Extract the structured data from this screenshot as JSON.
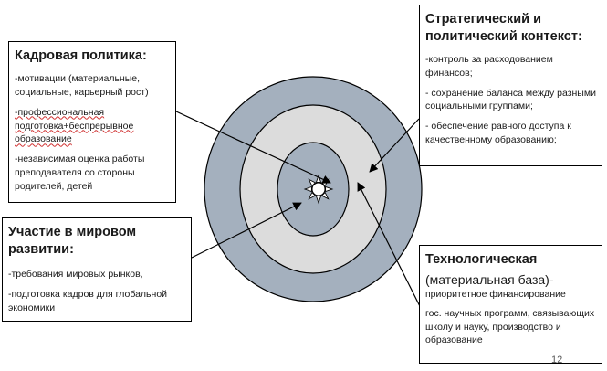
{
  "colors": {
    "outer_ring": "#a4b0be",
    "middle_ring": "#dcdcdc",
    "inner_circle": "#a4b0be",
    "outline": "#000000"
  },
  "center_icon": "sun-icon",
  "boxes": {
    "hr_policy": {
      "title": "Кадровая политика:",
      "items": [
        "-мотивации (материальные, социальные, карьерный рост)",
        "-профессиональная подготовка+беспрерывное образование",
        "-независимая оценка работы преподавателя со стороны родителей, детей"
      ]
    },
    "global": {
      "title": "Участие в мировом развитии:",
      "items": [
        "-требования мировых рынков,",
        "-подготовка кадров для глобальной экономики"
      ]
    },
    "strategic": {
      "title": "Стратегический и политический контекст:",
      "items": [
        "-контроль за расходованием финансов;",
        "- сохранение баланса между разными социальными группами;",
        "- обеспечение равного доступа к качественному образованию;"
      ]
    },
    "tech": {
      "title": "Технологическая",
      "subtitle": "(материальная база)-",
      "items": [
        "приоритетное финансирование",
        "гос. научных программ, связывающих школу и науку, производство и образование"
      ]
    }
  },
  "page_number": "12"
}
